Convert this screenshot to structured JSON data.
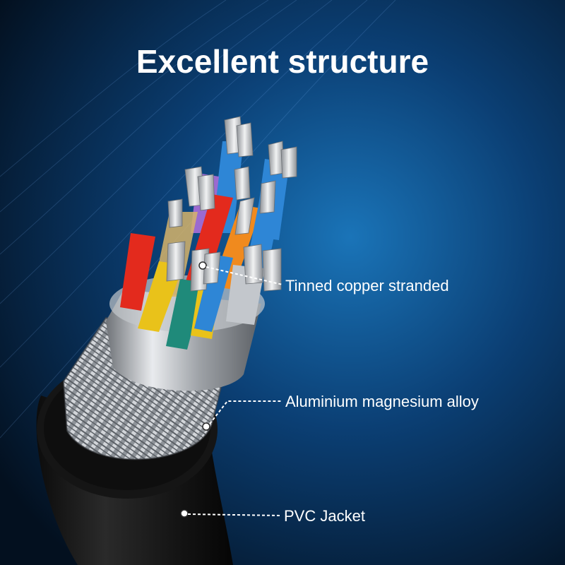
{
  "title": "Excellent structure",
  "callouts": {
    "tinned_copper": "Tinned copper stranded",
    "alloy": "Aluminium magnesium alloy",
    "jacket": "PVC Jacket"
  },
  "colors": {
    "background": "#0a3f73",
    "jacket": "#1b1b1b",
    "braid": "#b8bcc2",
    "foil": "#c9ccd0",
    "wire_blue": "#2e86d6",
    "wire_red": "#e32a1d",
    "wire_yellow": "#e9c21a",
    "wire_green": "#1f8a7a",
    "wire_orange": "#f08a1e",
    "copper": "#d6d9dc"
  }
}
